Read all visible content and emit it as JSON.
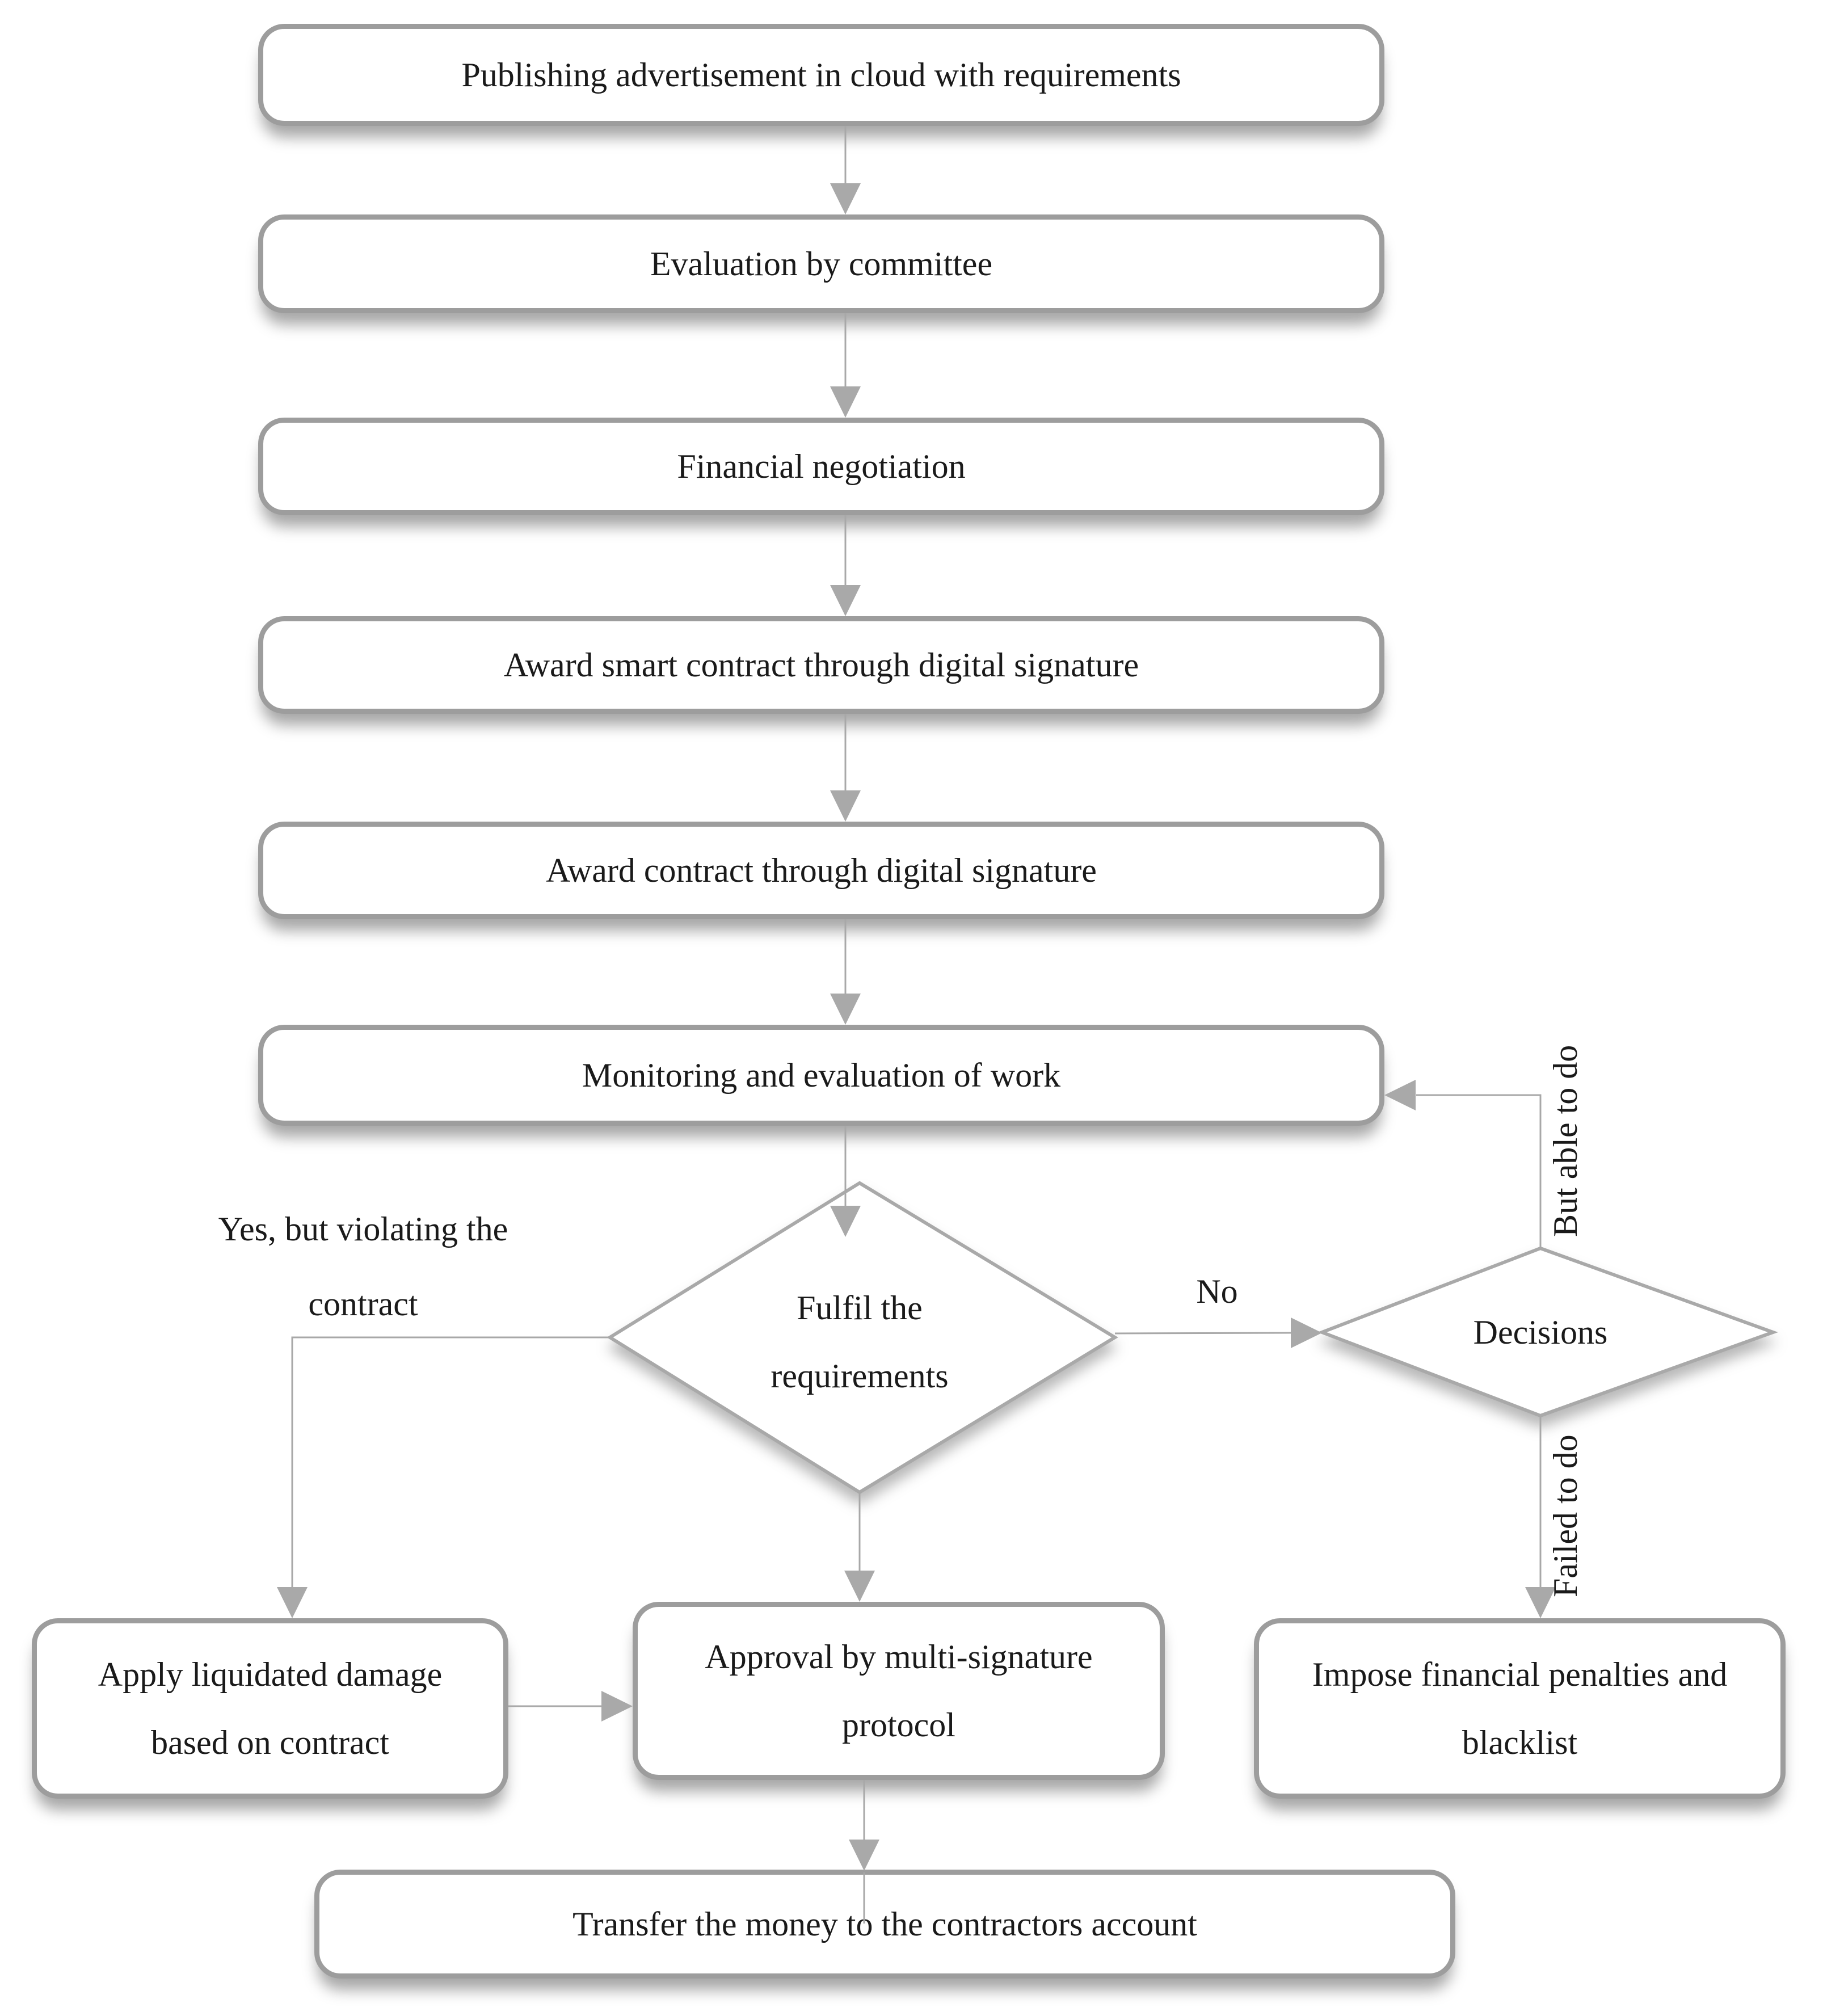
{
  "flow": {
    "nodes": {
      "publish": "Publishing advertisement in cloud with requirements",
      "evaluation": "Evaluation by committee",
      "negotiation": "Financial negotiation",
      "award_smart": "Award smart contract through digital signature",
      "award_contract": "Award contract through digital signature",
      "monitoring": "Monitoring and evaluation of work",
      "apply_damage": "Apply liquidated damage\nbased on contract",
      "approval": "Approval by multi-signature\nprotocol",
      "impose": "Impose financial penalties and\nblacklist",
      "transfer": "Transfer the money to the contractors account"
    },
    "decisions": {
      "fulfil": "Fulfil the\nrequirements",
      "decisions": "Decisions"
    },
    "edge_labels": {
      "yes": "Yes, but violating the\ncontract",
      "no": "No",
      "but_able": "But able to do",
      "failed": "Failed to do"
    },
    "colors": {
      "line": "#a8a8a8",
      "border": "#9d9d9d",
      "text": "#1a1a1a",
      "fill": "#ffffff"
    }
  }
}
